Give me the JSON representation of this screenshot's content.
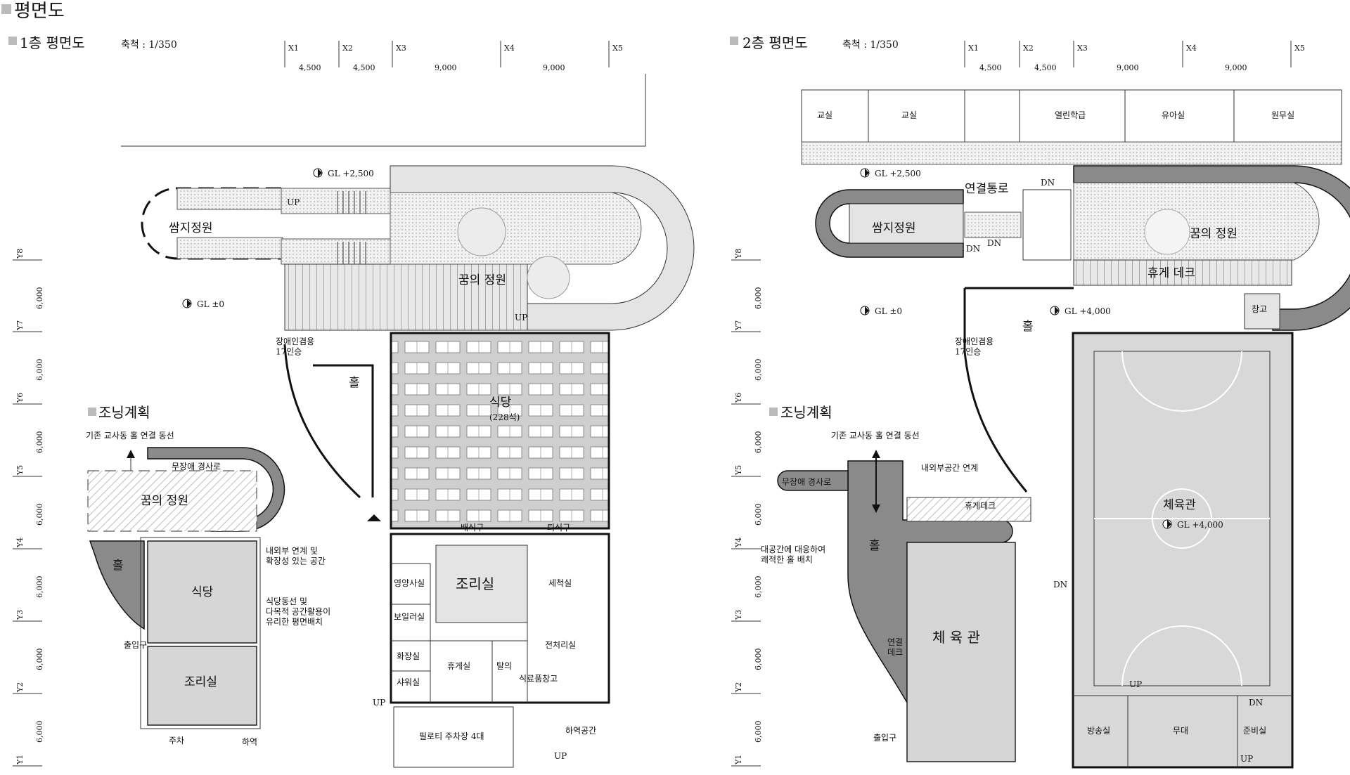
{
  "page_title": "평면도",
  "floor1": {
    "title": "1층 평면도",
    "scale": "축척 : 1/350",
    "gl_upper": "GL +2,500",
    "gl_lower": "GL ±0",
    "rooms": {
      "ssamji": "쌈지정원",
      "dream_garden": "꿈의 정원",
      "hall": "홀",
      "cafeteria": "식당",
      "cafeteria_seats": "(228석)",
      "serving": "배식구",
      "return": "퇴식구",
      "kitchen": "조리실",
      "nutrition": "영양사실",
      "boiler": "보일러실",
      "washing": "세척실",
      "toilet": "화장실",
      "lounge": "휴게실",
      "changing": "탈의",
      "shower": "샤워실",
      "food_storage": "식료품창고",
      "prep": "전처리실",
      "piloti": "필로티 주차장 4대",
      "loading": "하역공간",
      "elevator": "장애인겸용\n17인승"
    },
    "up": "UP",
    "plan_title": "조닝계획",
    "plan": {
      "link": "기존 교사동 홀 연결 동선",
      "ramp": "무장애 경사로",
      "garden": "꿈의 정원",
      "hall": "홀",
      "cafeteria": "식당",
      "kitchen": "조리실",
      "entrance": "출입구",
      "parking": "주차",
      "loading": "하역",
      "note1": "내외부 연계 및\n확장성 있는 공간",
      "note2": "식당동선 및\n다목적 공간활용이\n유리한 평면배치"
    }
  },
  "floor2": {
    "title": "2층 평면도",
    "scale": "축척 : 1/350",
    "gl_upper": "GL +2,500",
    "gl_lower": "GL ±0",
    "gl_hall": "GL +4,000",
    "gl_gym": "GL +4,000",
    "rooms": {
      "classroom1": "교실",
      "classroom2": "교실",
      "open_class": "열린학급",
      "nursery": "유아실",
      "office": "원무실",
      "corridor": "연결통로",
      "ssamji": "쌈지정원",
      "dream_garden": "꿈의 정원",
      "rest_deck": "휴게 데크",
      "storage": "창고",
      "hall": "홀",
      "gym": "체육관",
      "broadcast": "방송실",
      "stage": "무대",
      "prep": "준비실",
      "elevator": "장애인겸용\n17인승"
    },
    "dn": "DN",
    "up": "UP",
    "plan_title": "조닝계획",
    "plan": {
      "link": "기존 교사동 홀 연결 동선",
      "inout": "내외부공간 연계",
      "ramp": "무장애 경사로",
      "deck": "휴게데크",
      "hall": "홀",
      "gym": "체 육 관",
      "deck2": "연결\n데크",
      "entrance": "출입구",
      "note": "대공간에 대응하여\n쾌적한 홀 배치"
    }
  },
  "grid": {
    "x_labels": [
      "X1",
      "X2",
      "X3",
      "X4",
      "X5"
    ],
    "x_dims": [
      "4,500",
      "4,500",
      "9,000",
      "9,000"
    ],
    "y_labels": [
      "Y8",
      "Y7",
      "Y6",
      "Y5",
      "Y4",
      "Y3",
      "Y2",
      "Y1"
    ],
    "y_dims": [
      "6,000",
      "6,000",
      "6,000",
      "6,000",
      "6,000",
      "6,000",
      "6,000"
    ]
  }
}
